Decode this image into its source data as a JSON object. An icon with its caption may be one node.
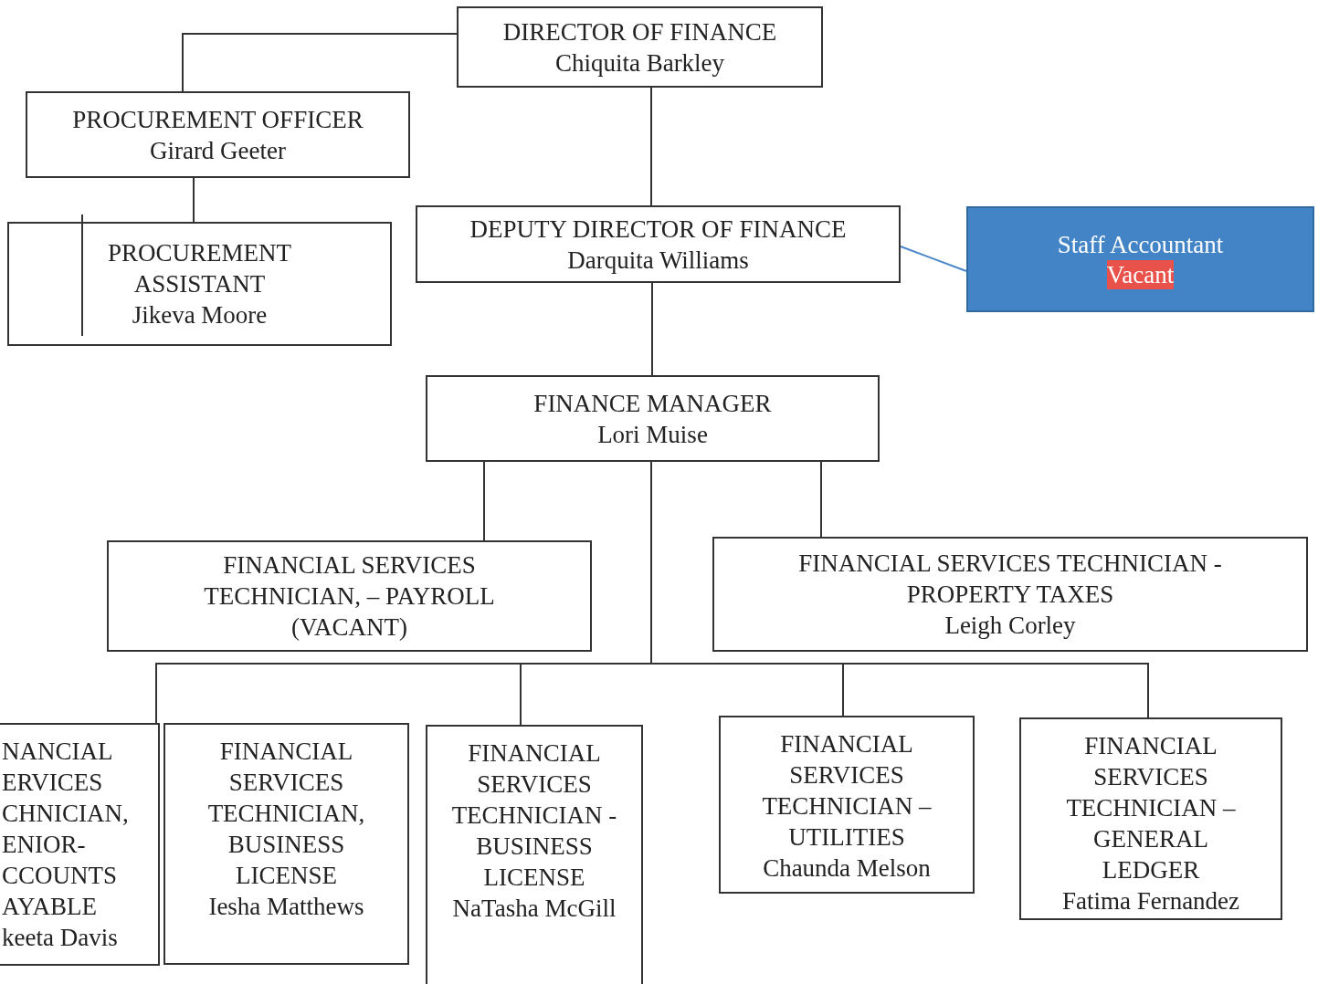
{
  "diagram": {
    "nodes": [
      {
        "text": [
          "DIRECTOR OF FINANCE",
          "Chiquita Barkley"
        ]
      },
      {
        "text": [
          "PROCUREMENT OFFICER",
          "Girard Geeter"
        ]
      },
      {
        "text": [
          "PROCUREMENT ASSISTANT",
          "Jikeva Moore"
        ]
      },
      {
        "text": [
          "DEPUTY DIRECTOR OF FINANCE",
          "Darquita Williams"
        ]
      },
      {
        "text": [
          "Staff Accountant",
          "Vacant"
        ]
      },
      {
        "text": [
          "FINANCE MANAGER",
          "Lori Muise"
        ]
      },
      {
        "text": [
          "FINANCIAL SERVICES TECHNICIAN, – PAYROLL (VACANT)"
        ]
      },
      {
        "text": [
          "FINANCIAL SERVICES TECHNICIAN - PROPERTY TAXES",
          "Leigh Corley"
        ]
      },
      {
        "text": [
          "NANCIAL ERVICES CHNICIAN, ENIOR- CCOUNTS AYABLE",
          "keeta Davis"
        ]
      },
      {
        "text": [
          "FINANCIAL SERVICES TECHNICIAN, BUSINESS LICENSE",
          "Iesha Matthews"
        ]
      },
      {
        "text": [
          "FINANCIAL SERVICES TECHNICIAN - BUSINESS LICENSE",
          "NaTasha McGill"
        ]
      },
      {
        "text": [
          "FINANCIAL SERVICES TECHNICIAN – UTILITIES",
          "Chaunda Melson"
        ]
      },
      {
        "text": [
          "FINANCIAL SERVICES TECHNICIAN – GENERAL LEDGER",
          "Fatima Fernandez"
        ]
      }
    ],
    "edges": [
      {
        "from": 0,
        "to": 1,
        "arrow": "none"
      },
      {
        "from": 1,
        "to": 2,
        "arrow": "none"
      },
      {
        "from": 0,
        "to": 3,
        "arrow": "none"
      },
      {
        "from": 3,
        "to": 4,
        "arrow": "none",
        "color": "#4a86c8"
      },
      {
        "from": 3,
        "to": 5,
        "arrow": "none"
      },
      {
        "from": 5,
        "to": 6,
        "arrow": "none"
      },
      {
        "from": 5,
        "to": 7,
        "arrow": "none"
      },
      {
        "from": 5,
        "to": 8,
        "arrow": "none"
      },
      {
        "from": 5,
        "to": 10,
        "arrow": "none"
      },
      {
        "from": 5,
        "to": 11,
        "arrow": "none"
      },
      {
        "from": 5,
        "to": 12,
        "arrow": "none"
      }
    ]
  }
}
